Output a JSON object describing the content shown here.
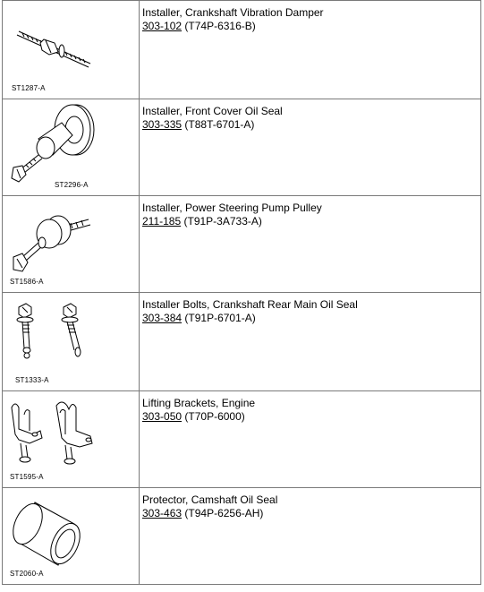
{
  "tools": [
    {
      "image_code": "ST1287-A",
      "name": "Installer, Crankshaft Vibration Damper",
      "tool_number": "303-102",
      "ford_number": "(T74P-6316-B)"
    },
    {
      "image_code": "ST2296-A",
      "name": "Installer, Front Cover Oil Seal",
      "tool_number": "303-335",
      "ford_number": "(T88T-6701-A)"
    },
    {
      "image_code": "ST1586-A",
      "name": "Installer, Power Steering Pump Pulley",
      "tool_number": "211-185",
      "ford_number": "(T91P-3A733-A)"
    },
    {
      "image_code": "ST1333-A",
      "name": "Installer Bolts, Crankshaft Rear Main Oil Seal",
      "tool_number": "303-384",
      "ford_number": "(T91P-6701-A)"
    },
    {
      "image_code": "ST1595-A",
      "name": "Lifting Brackets, Engine",
      "tool_number": "303-050",
      "ford_number": "(T70P-6000)"
    },
    {
      "image_code": "ST2060-A",
      "name": "Protector, Camshaft Oil Seal",
      "tool_number": "303-463",
      "ford_number": "(T94P-6256-AH)"
    }
  ]
}
